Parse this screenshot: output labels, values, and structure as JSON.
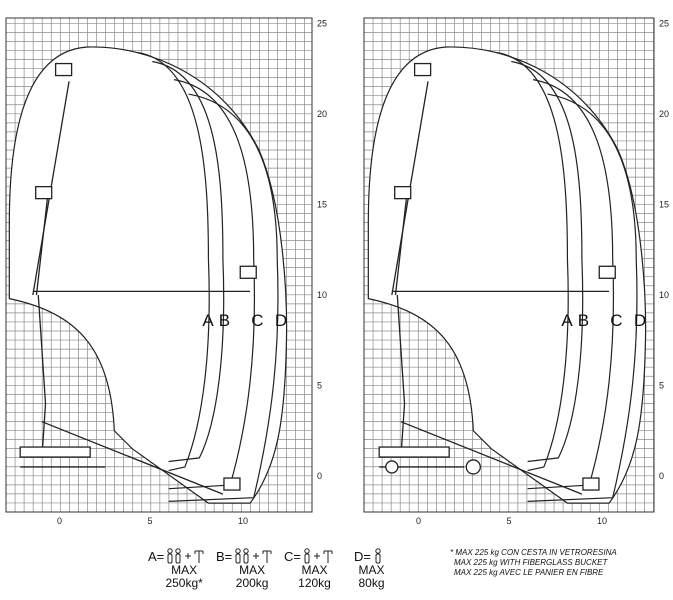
{
  "axis": {
    "y_ticks": [
      "0",
      "5",
      "10",
      "15",
      "20",
      "25"
    ],
    "x_ticks": [
      "0",
      "5",
      "10"
    ]
  },
  "zones": [
    "A",
    "B",
    "C",
    "D"
  ],
  "legend": [
    {
      "letter": "A=",
      "max": "MAX",
      "kg": "250kg*",
      "icons": [
        "person-icon",
        "person-icon",
        "plus-icon",
        "tool-icon"
      ]
    },
    {
      "letter": "B=",
      "max": "MAX",
      "kg": "200kg",
      "icons": [
        "person-icon",
        "person-icon",
        "plus-icon",
        "tool-icon"
      ]
    },
    {
      "letter": "C=",
      "max": "MAX",
      "kg": "120kg",
      "icons": [
        "person-icon",
        "plus-icon",
        "tool-icon"
      ]
    },
    {
      "letter": "D=",
      "max": "MAX",
      "kg": "80kg",
      "icons": [
        "person-icon"
      ]
    }
  ],
  "note": {
    "line1": "* MAX 225 kg CON CESTA IN VETRORESINA",
    "line2": "MAX 225 kg WITH FIBERGLASS BUCKET",
    "line3": "MAX 225 kg AVEC LE PANIER EN FIBRE"
  }
}
